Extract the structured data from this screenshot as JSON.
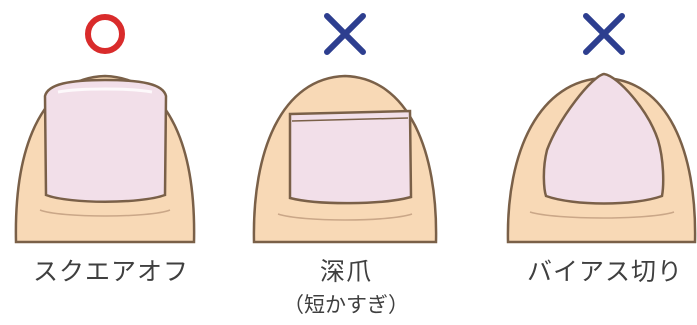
{
  "colors": {
    "skin": "#f8d9b6",
    "outline": "#7a6048",
    "nail": "#f2dfe9",
    "good": "#d92b2b",
    "bad": "#2d3e8f"
  },
  "panels": [
    {
      "id": "square-off",
      "mark": "correct-circle",
      "label": "スクエアオフ",
      "sublabel": ""
    },
    {
      "id": "deep-cut",
      "mark": "wrong-cross",
      "label": "深爪",
      "sublabel": "（短かすぎ）"
    },
    {
      "id": "bias-cut",
      "mark": "wrong-cross",
      "label": "バイアス切り",
      "sublabel": ""
    }
  ]
}
